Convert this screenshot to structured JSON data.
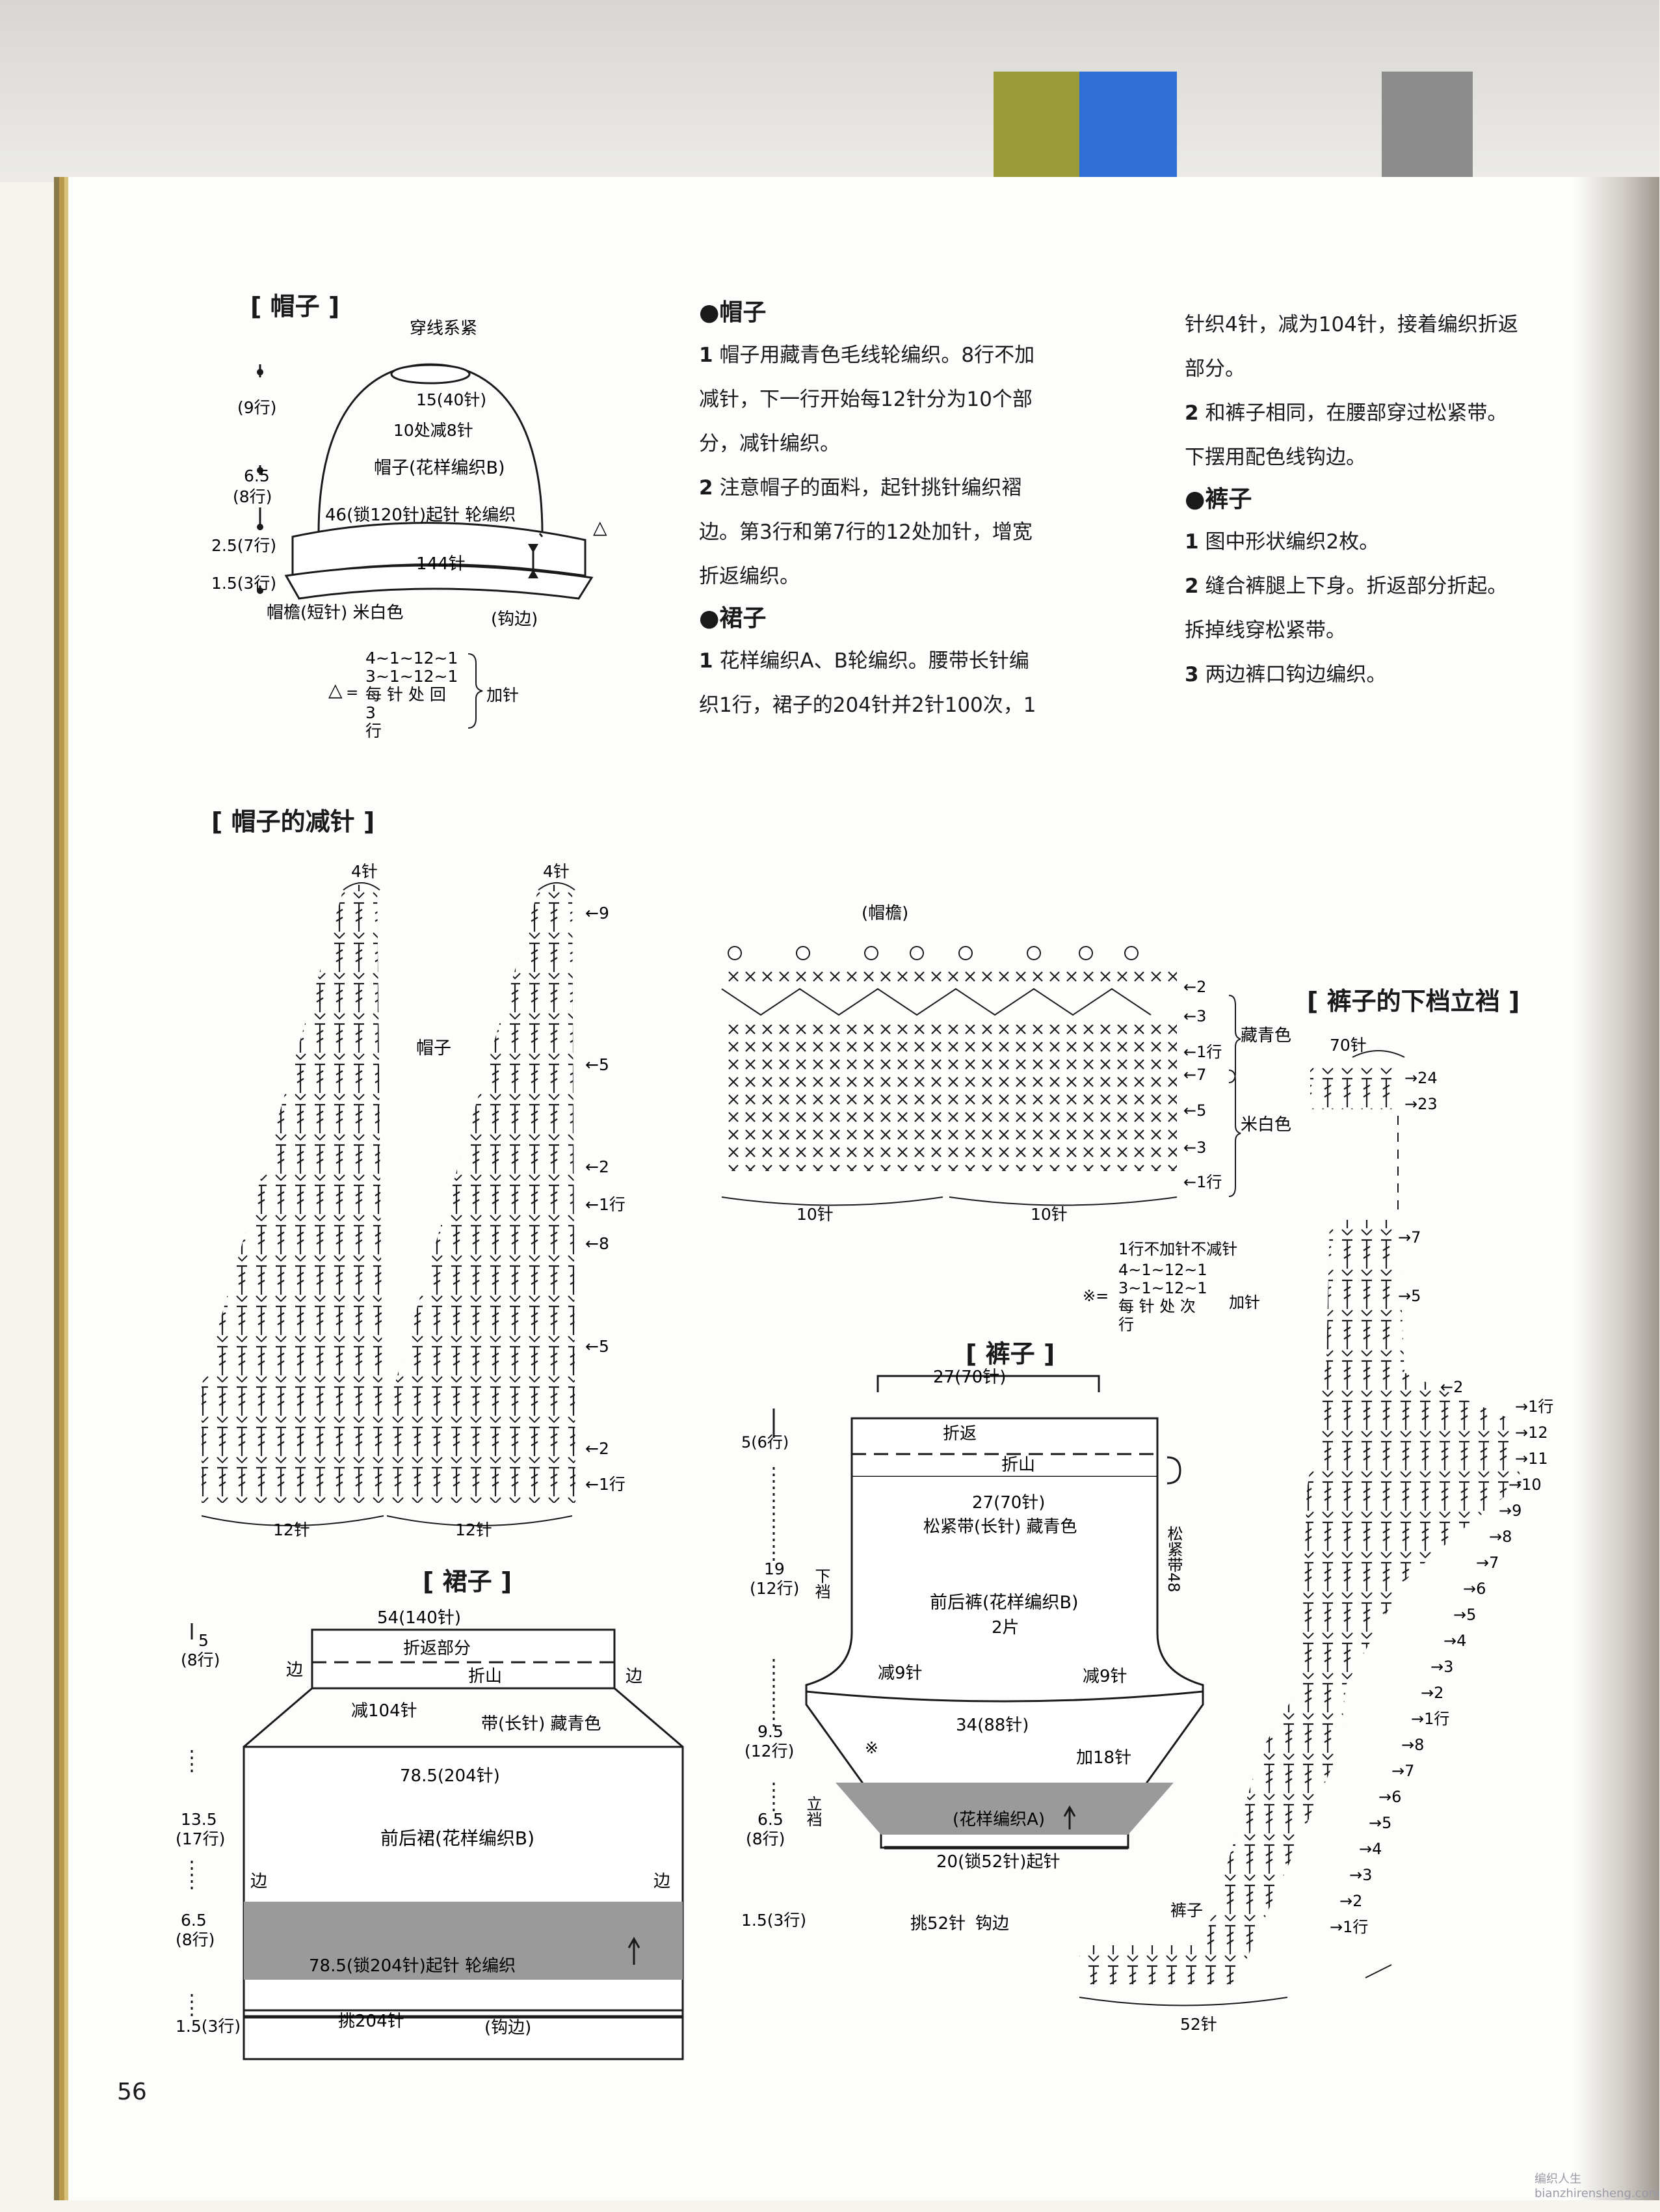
{
  "page_number": "56",
  "watermark": "编织人生 bianzhirensheng.com",
  "tab_colors": [
    "#9a9a3a",
    "#2f6fd6",
    "#8c8c8c"
  ],
  "sections": {
    "hat_title": "[ 帽子 ]",
    "hat_decrease_title": "[ 帽子的减针 ]",
    "skirt_title": "[ 裙子 ]",
    "pants_title": "[ 裤子 ]",
    "pants_crotch_title": "[ 裤子的下档立裆 ]"
  },
  "instructions": {
    "hat_heading": "●帽子",
    "hat_1_num": "1",
    "hat_1_lines": [
      "帽子用藏青色毛线轮编织。8行不加",
      "减针，下一行开始每12针分为10个部",
      "分，减针编织。"
    ],
    "hat_2_num": "2",
    "hat_2_lines": [
      "注意帽子的面料，起针挑针编织褶",
      "边。第3行和第7行的12处加针，增宽",
      "折返编织。"
    ],
    "skirt_heading": "●裙子",
    "skirt_1_num": "1",
    "skirt_1_lines": [
      "花样编织A、B轮编织。腰带长针编",
      "织1行，裙子的204针并2针100次，1"
    ],
    "skirt_cont_lines": [
      "针织4针，减为104针，接着编织折返",
      "部分。"
    ],
    "skirt_2_num": "2",
    "skirt_2_lines": [
      "和裤子相同，在腰部穿过松紧带。",
      "下摆用配色线钩边。"
    ],
    "pants_heading": "●裤子",
    "pants_1_num": "1",
    "pants_1_lines": [
      "图中形状编织2枚。"
    ],
    "pants_2_num": "2",
    "pants_2_lines": [
      "缝合裤腿上下身。折返部分折起。",
      "拆掉线穿松紧带。"
    ],
    "pants_3_num": "3",
    "pants_3_lines": [
      "两边裤口钩边编织。"
    ]
  },
  "hat_diagram": {
    "top_note": "穿线系紧",
    "row9": "(9行)",
    "c15": "15(40针)",
    "dec10": "10处减8针",
    "body": "帽子(花样编织B)",
    "h65": "6.5",
    "r8": "(8行)",
    "start46": "46(锁120针)起针 轮编织",
    "h25": "2.5(7行)",
    "c144": "144针",
    "h15": "1.5(3行)",
    "brim": "帽檐(短针) 米白色",
    "edge": "(钩边)",
    "tri": "△",
    "note_lines": [
      "4~1~12~1",
      "3~1~12~1",
      "每 针 处 回",
      "3",
      "行"
    ],
    "note_add": "加针"
  },
  "hat_decrease": {
    "stitch4a": "4针",
    "stitch4b": "4针",
    "hat": "帽子",
    "b12a": "12针",
    "b12b": "12针",
    "rows": [
      "←9",
      "←5",
      "←2",
      "←1行",
      "←8",
      "←5",
      "←2",
      "←1行"
    ]
  },
  "brim_chart": {
    "title": "(帽檐)",
    "navy": "藏青色",
    "cream": "米白色",
    "b10a": "10针",
    "b10b": "10针",
    "rows": [
      "←2",
      "←3",
      "←1行",
      "←7",
      "←5",
      "←3",
      "←1行"
    ],
    "note_top": "1行不加针不减针",
    "note_lines": [
      "4~1~12~1",
      "3~1~12~1",
      "每 针 处 次",
      "行"
    ],
    "note_mark": "※=",
    "note_add": "加针"
  },
  "skirt_diagram": {
    "h5": "5",
    "r8a": "(8行)",
    "top": "54(140针)",
    "fold_part": "折返部分",
    "fold": "折山",
    "edge_l": "边",
    "edge_r": "边",
    "dec104": "减104针",
    "band": "带(长针) 藏青色",
    "w785": "78.5(204针)",
    "h135": "13.5",
    "r17": "(17行)",
    "body": "前后裙(花样编织B)",
    "edge_l2": "边",
    "edge_r2": "边",
    "h65": "6.5",
    "r8b": "(8行)",
    "start": "78.5(锁204针)起针 轮编织",
    "h15": "1.5(3行)",
    "pick": "挑204针",
    "hem": "(钩边)"
  },
  "pants_diagram": {
    "top": "27(70针)",
    "h5": "5(6行)",
    "fold_back": "折返",
    "fold": "折山",
    "mid": "27(70针)",
    "band": "松紧带(长针) 藏青色",
    "elastic": "松紧带48",
    "h19": "19",
    "r12a": "(12行)",
    "crotch": "下裆",
    "body": "前后裤(花样编织B)",
    "pieces": "2片",
    "dec9l": "减9针",
    "dec9r": "减9针",
    "w34": "34(88针)",
    "h95": "9.5",
    "r12b": "(12行)",
    "mark": "※",
    "add18": "加18针",
    "rise": "立裆",
    "patA": "(花样编织A)",
    "h65": "6.5",
    "r8": "(8行)",
    "start": "20(锁52针)起针",
    "h15": "1.5(3行)",
    "pick": "挑52针",
    "hem": "钩边"
  },
  "crotch_chart": {
    "top": "70针",
    "r24": "→24",
    "r23": "→23",
    "right_rows": [
      "→7",
      "→5",
      "→1行",
      "→12",
      "→11",
      "→10",
      "→9",
      "→8",
      "→7",
      "→6",
      "→5",
      "→4",
      "→3",
      "→2",
      "→1行",
      "→8",
      "→7",
      "→6",
      "→5",
      "→4",
      "→3",
      "→2",
      "→1行"
    ],
    "pants": "裤子",
    "b52": "52针",
    "two": "←2"
  }
}
